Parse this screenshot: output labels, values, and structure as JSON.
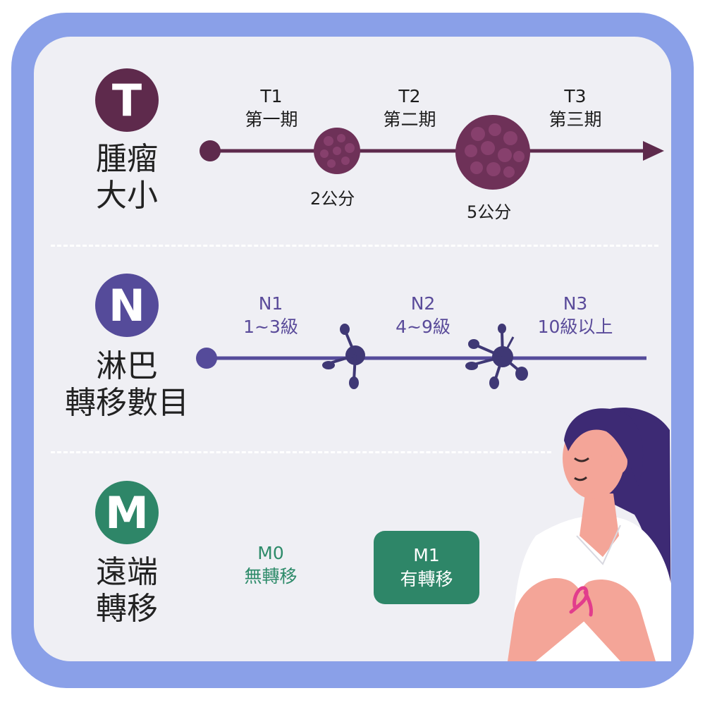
{
  "sections": {
    "t": {
      "badge": "T",
      "title_line1": "腫瘤",
      "title_line2": "大小",
      "color": "#5e2a4c",
      "stages": [
        {
          "code": "T1",
          "name": "第一期"
        },
        {
          "code": "T2",
          "name": "第二期"
        },
        {
          "code": "T3",
          "name": "第三期"
        }
      ],
      "sizes": [
        "2公分",
        "5公分"
      ]
    },
    "n": {
      "badge": "N",
      "title_line1": "淋巴",
      "title_line2": "轉移數目",
      "color": "#554b9a",
      "stages": [
        {
          "code": "N1",
          "name": "1~3級"
        },
        {
          "code": "N2",
          "name": "4~9級"
        },
        {
          "code": "N3",
          "name": "10級以上"
        }
      ]
    },
    "m": {
      "badge": "M",
      "title_line1": "遠端",
      "title_line2": "轉移",
      "color": "#2e8668",
      "stages": [
        {
          "code": "M0",
          "name": "無轉移"
        },
        {
          "code": "M1",
          "name": "有轉移"
        }
      ]
    }
  },
  "colors": {
    "frame": "#8aa0e8",
    "card": "#efeff4",
    "tumor": "#6e3158",
    "hair": "#3d2a74",
    "skin": "#f4a598",
    "ribbon": "#e23d8c"
  },
  "icons": [
    "tumor-cell-icon",
    "lymph-node-icon",
    "pink-ribbon-icon"
  ]
}
